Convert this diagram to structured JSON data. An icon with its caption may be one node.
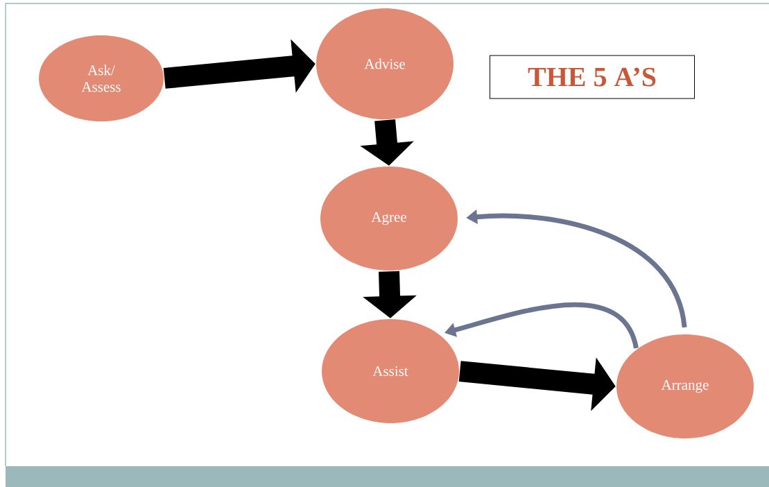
{
  "diagram": {
    "title": "THE 5 A’S",
    "nodes": [
      {
        "text": [
          "Ask/ Assess"
        ]
      },
      {
        "text": [
          "Advise"
        ]
      },
      {
        "text": [
          "Agree"
        ]
      },
      {
        "text": [
          "Assist"
        ]
      },
      {
        "text": [
          "Arrange"
        ]
      }
    ],
    "edges": [
      {
        "from": 0,
        "to": 1,
        "arrow": "to"
      },
      {
        "from": 1,
        "to": 2,
        "arrow": "to"
      },
      {
        "from": 2,
        "to": 3,
        "arrow": "to"
      },
      {
        "from": 3,
        "to": 4,
        "arrow": "to"
      },
      {
        "from": 4,
        "to": 2,
        "arrow": "to",
        "color": "#6b7590"
      },
      {
        "from": 4,
        "to": 3,
        "arrow": "to",
        "color": "#6b7590"
      }
    ]
  }
}
